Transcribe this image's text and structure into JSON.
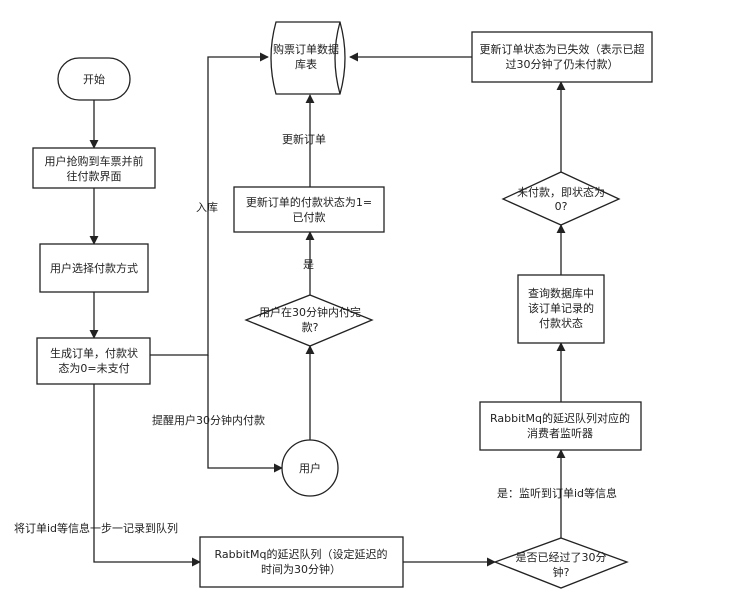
{
  "nodes": {
    "start": "开始",
    "grab_ticket": [
      "用户抢购到车票并前",
      "往付款界面"
    ],
    "choose_payment": "用户选择付款方式",
    "create_order": [
      "生成订单，付款状",
      "态为0=未支付"
    ],
    "user": "用户",
    "paid_decision": [
      "用户在30分钟内付完",
      "款?"
    ],
    "update_paid": [
      "更新订单的付款状态为1=",
      "已付款"
    ],
    "db": [
      "购票订单数据",
      "库表"
    ],
    "delay_queue": [
      "RabbitMq的延迟队列（设定延迟的",
      "时间为30分钟）"
    ],
    "timeout_decision": [
      "是否已经过了30分",
      "钟?"
    ],
    "consumer": [
      "RabbitMq的延迟队列对应的",
      "消费者监听器"
    ],
    "query_db": [
      "查询数据库中",
      "该订单记录的",
      "付款状态"
    ],
    "unpaid_decision": [
      "未付款，即状态为",
      "0?"
    ],
    "update_expired": [
      "更新订单状态为已失效（表示已超",
      "过30分钟了仍未付款）"
    ]
  },
  "edge_labels": {
    "insert": "入库",
    "remind": "提醒用户30分钟内付款",
    "enqueue": "将订单id等信息一步一记录到队列",
    "yes": "是",
    "update_order": "更新订单",
    "listen": "是：监听到订单id等信息"
  },
  "colors": {
    "stroke": "#222222",
    "fill": "#ffffff",
    "text": "#222222"
  }
}
